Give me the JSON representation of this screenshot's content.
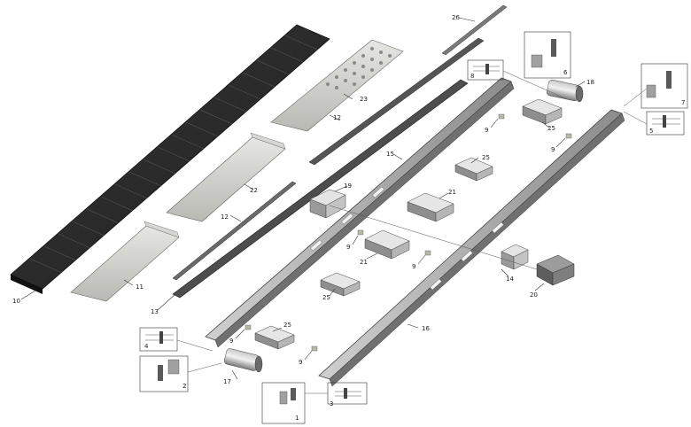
{
  "diagram": {
    "part_labels": [
      "1",
      "2",
      "3",
      "4",
      "5",
      "6",
      "7",
      "8",
      "9",
      "9",
      "9",
      "9",
      "9",
      "9",
      "10",
      "11",
      "12",
      "12",
      "13",
      "14",
      "15",
      "16",
      "17",
      "18",
      "19",
      "20",
      "21",
      "21",
      "22",
      "23",
      "25",
      "25",
      "25",
      "25",
      "26"
    ]
  }
}
